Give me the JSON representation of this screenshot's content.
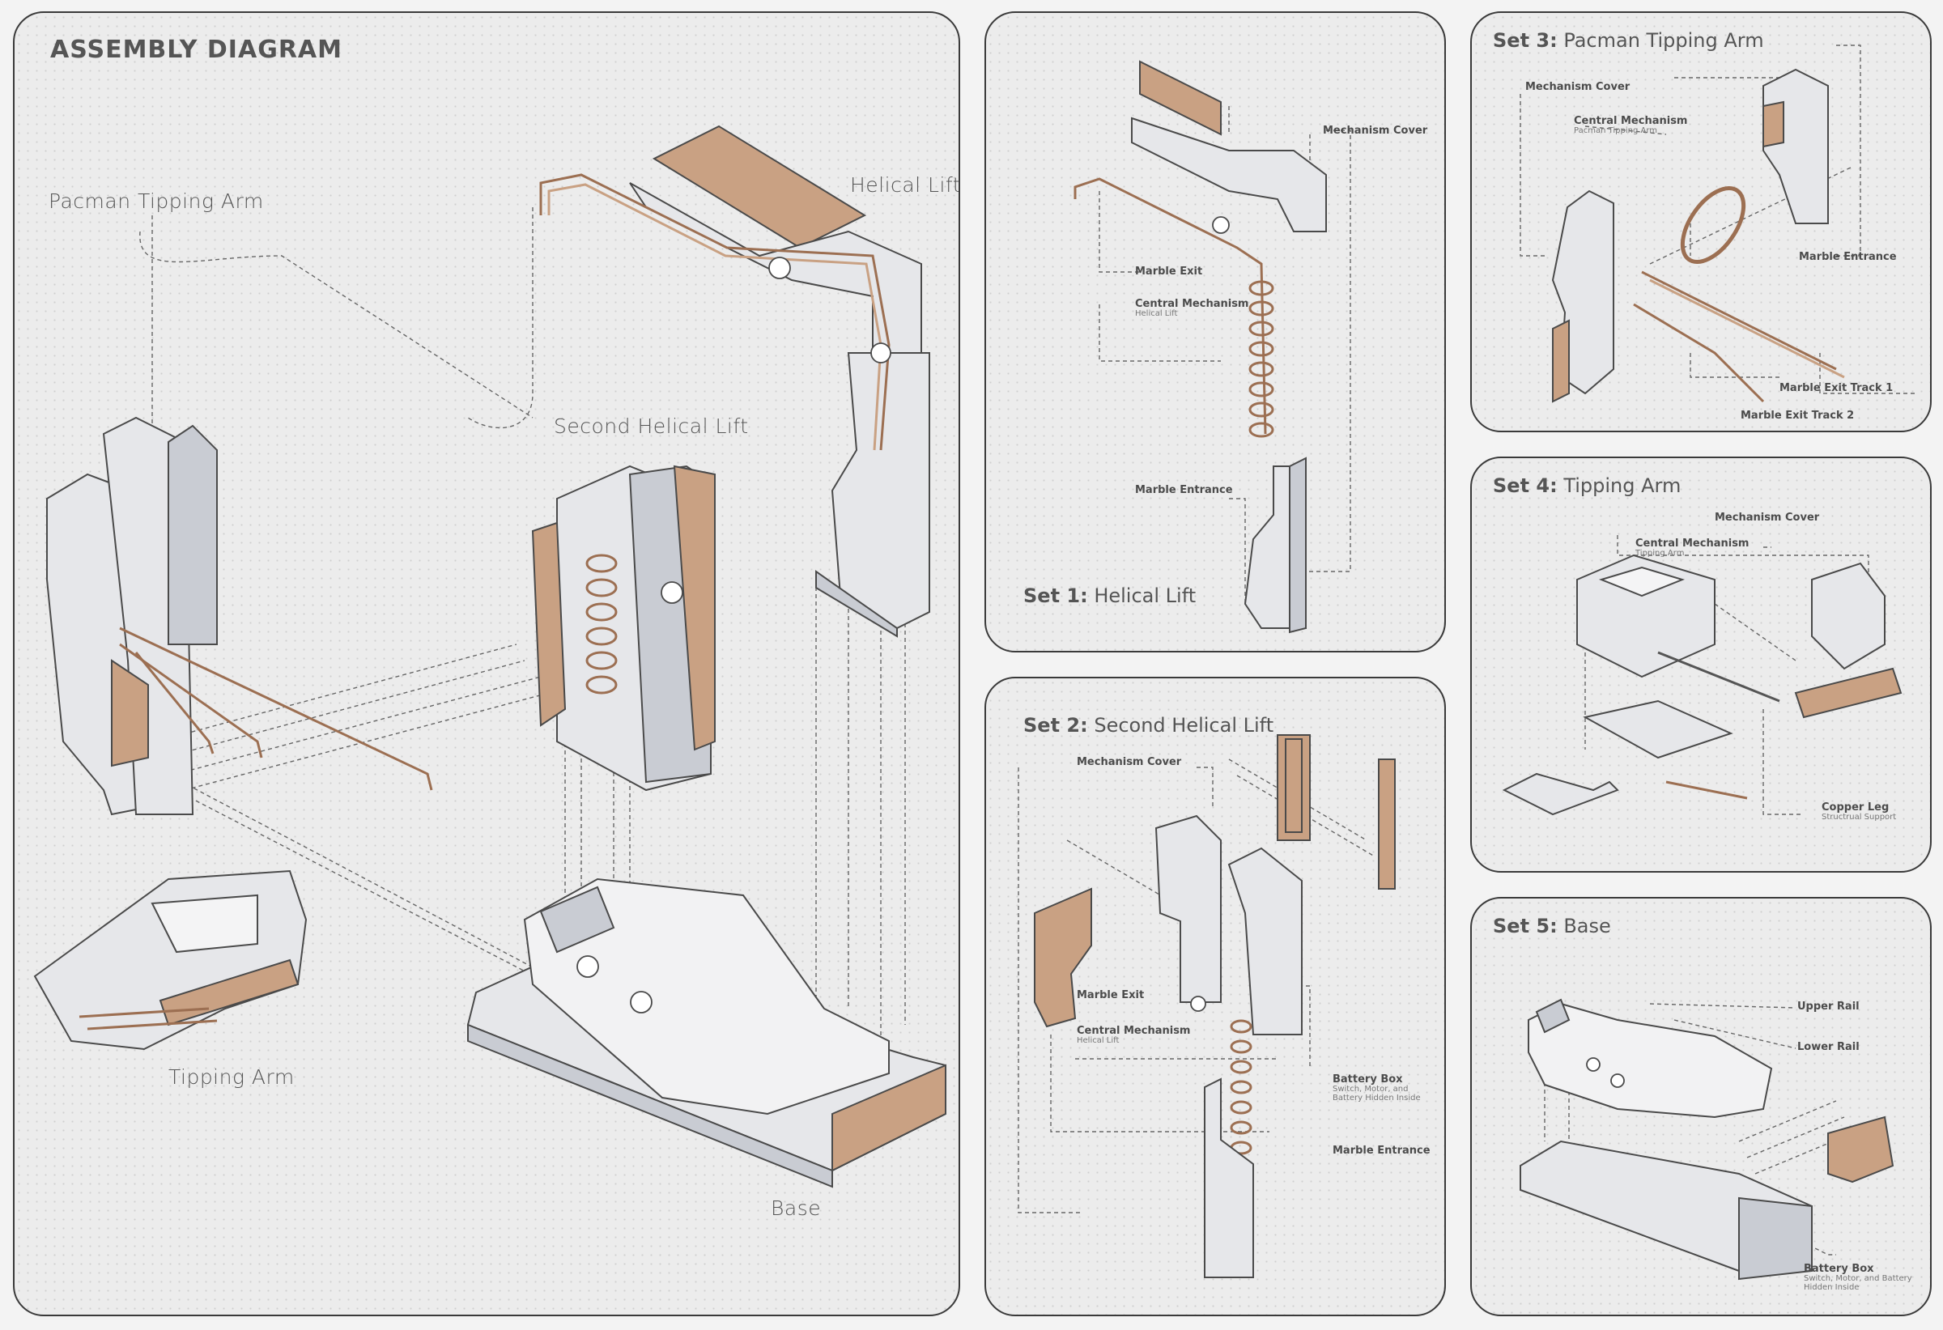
{
  "main": {
    "title": "ASSEMBLY DIAGRAM",
    "labels": {
      "pacman": "Pacman Tipping Arm",
      "helical": "Helical Lift",
      "second": "Second Helical Lift",
      "tipping": "Tipping Arm",
      "base": "Base"
    }
  },
  "set1": {
    "num": "Set 1:",
    "name": "Helical Lift",
    "labels": {
      "cover": "Mechanism Cover",
      "exit": "Marble Exit",
      "central": "Central Mechanism",
      "central_sub": "Helical Lift",
      "entrance": "Marble Entrance"
    }
  },
  "set2": {
    "num": "Set 2:",
    "name": "Second Helical Lift",
    "labels": {
      "cover": "Mechanism Cover",
      "exit": "Marble Exit",
      "central": "Central Mechanism",
      "central_sub": "Helical Lift",
      "battery": "Battery Box",
      "battery_sub": "Switch, Motor, and Battery Hidden Inside",
      "entrance": "Marble Entrance"
    }
  },
  "set3": {
    "num": "Set 3:",
    "name": "Pacman Tipping Arm",
    "labels": {
      "cover": "Mechanism Cover",
      "central": "Central Mechanism",
      "central_sub": "Pacman Tipping Arm",
      "entrance": "Marble Entrance",
      "track1": "Marble Exit Track 1",
      "track2": "Marble Exit Track 2"
    }
  },
  "set4": {
    "num": "Set 4:",
    "name": "Tipping Arm",
    "labels": {
      "cover": "Mechanism Cover",
      "central": "Central Mechanism",
      "central_sub": "Tipping Arm",
      "leg": "Copper Leg",
      "leg_sub": "Structrual Support"
    }
  },
  "set5": {
    "num": "Set 5:",
    "name": "Base",
    "labels": {
      "upper": "Upper Rail",
      "lower": "Lower Rail",
      "battery": "Battery Box",
      "battery_sub": "Switch, Motor, and Battery Hidden Inside"
    }
  },
  "colors": {
    "copper": "#c9a183",
    "copper_dark": "#9c6f52",
    "body": "#e6e7ea",
    "body_shade": "#c9ccd3",
    "outline": "#4a4a4a"
  }
}
